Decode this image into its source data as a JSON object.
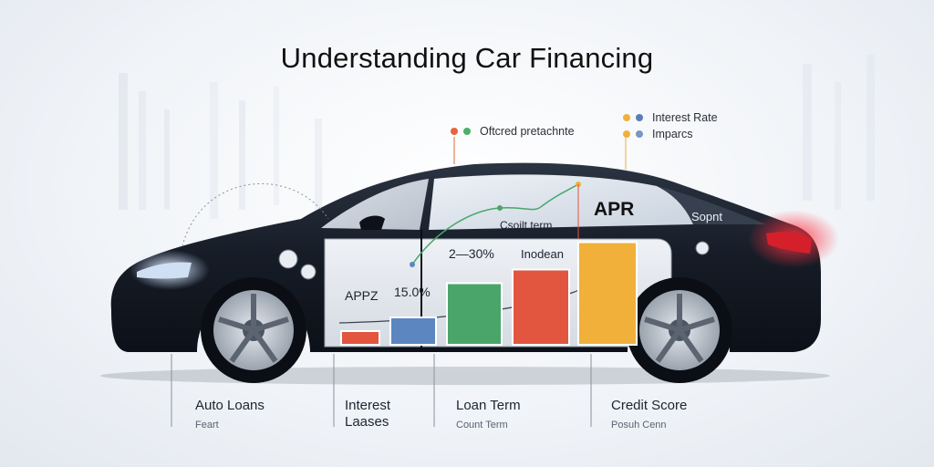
{
  "title": "Understanding Car Financing",
  "legend_left": [
    {
      "label": "Oftcred pretachnte",
      "dots": [
        "#e8643f",
        "#4caf6a"
      ]
    }
  ],
  "legend_right": [
    {
      "label": "Interest Rate",
      "dots": [
        "#f0b03a",
        "#5b7fb5"
      ]
    },
    {
      "label": "Imparcs",
      "dots": [
        "#f0b03a",
        "#7a97c2"
      ]
    }
  ],
  "chart": {
    "apr_label": "APR",
    "side_label": "Sopnt",
    "curve_label": "Csoilt term",
    "pct_range": "2—30%",
    "inodean": "Inodean",
    "apr2": "APPZ",
    "pct_value": "15.0%"
  },
  "chart_data": {
    "type": "bar",
    "values": [
      1,
      2,
      4.5,
      5.5,
      7.5
    ],
    "colors": [
      "#e2553f",
      "#5b86c0",
      "#4aa56a",
      "#e2553f",
      "#f0b03a"
    ]
  },
  "bottom_labels": [
    {
      "main": "Auto Loans",
      "sub": "Feart"
    },
    {
      "main": "Interest",
      "main2": "Laases"
    },
    {
      "main": "Loan Term",
      "sub": "Count Term"
    },
    {
      "main": "Credit Score",
      "sub": "Posuh Cenn"
    }
  ]
}
